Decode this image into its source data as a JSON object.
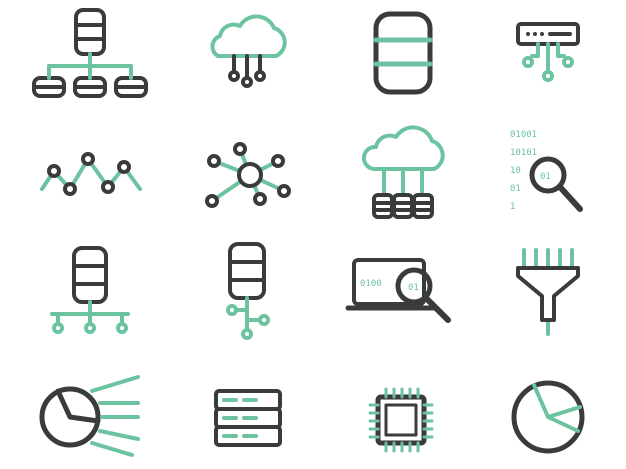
{
  "colors": {
    "dark": "#3a3b3c",
    "accent": "#6cc3a0",
    "background": "#ffffff"
  },
  "icons": [
    {
      "name": "database-network-icon"
    },
    {
      "name": "cloud-connections-icon"
    },
    {
      "name": "database-icon"
    },
    {
      "name": "server-connections-icon"
    },
    {
      "name": "line-graph-icon"
    },
    {
      "name": "node-network-icon"
    },
    {
      "name": "cloud-databases-icon"
    },
    {
      "name": "binary-search-icon"
    },
    {
      "name": "database-tree-icon"
    },
    {
      "name": "database-branch-icon"
    },
    {
      "name": "laptop-search-icon"
    },
    {
      "name": "data-funnel-icon"
    },
    {
      "name": "pie-chart-lines-icon"
    },
    {
      "name": "server-rack-icon"
    },
    {
      "name": "microchip-icon"
    },
    {
      "name": "pie-chart-icon"
    }
  ],
  "binary": {
    "row1": "01001",
    "row2": "10101",
    "row3": "10",
    "row3b": "01",
    "row4": "01",
    "row5": "1",
    "laptop_left": "0100",
    "laptop_right": "01"
  }
}
